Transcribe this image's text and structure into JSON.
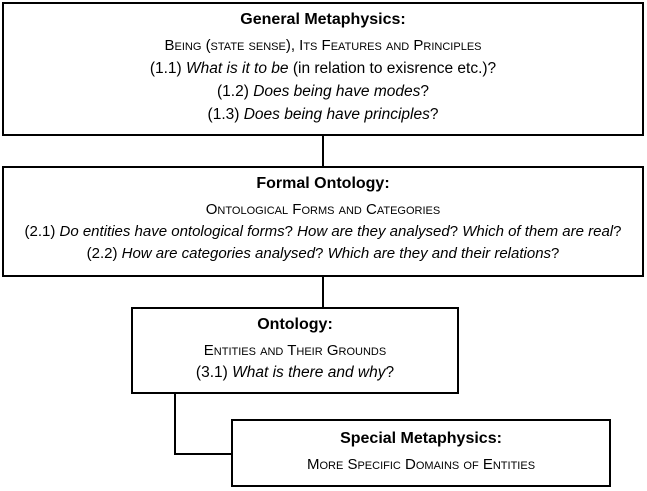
{
  "general": {
    "title": "General Metaphysics",
    "subtitle": "Being (state sense), Its Features and Principles",
    "questions": [
      {
        "num": "(1.1)",
        "italic": "What is it to be",
        "rest": "(in relation to exisrence etc.)?"
      },
      {
        "num": "(1.2)",
        "italic": "Does being have modes",
        "rest": "?"
      },
      {
        "num": "(1.3)",
        "italic": "Does being have principles",
        "rest": "?"
      }
    ]
  },
  "formal": {
    "title": "Formal Ontology",
    "subtitle": "Ontological Forms and Categories",
    "questions": [
      {
        "num": "(2.1)",
        "parts": [
          "Do entities have ontological forms",
          "? ",
          "How are they analysed",
          "? ",
          "Which of them are real",
          "?"
        ]
      },
      {
        "num": "(2.2)",
        "parts": [
          "How are categories analysed",
          "? ",
          "Which are they and their relations",
          "?"
        ]
      }
    ]
  },
  "ontology": {
    "title": "Ontology",
    "subtitle": "Entities and Their Grounds",
    "questions": [
      {
        "num": "(3.1)",
        "italic": "What is there and why",
        "rest": "?"
      }
    ]
  },
  "special": {
    "title": "Special Metaphysics",
    "subtitle": "More Specific Domains of Entities"
  },
  "punct": {
    "colon": ":"
  }
}
